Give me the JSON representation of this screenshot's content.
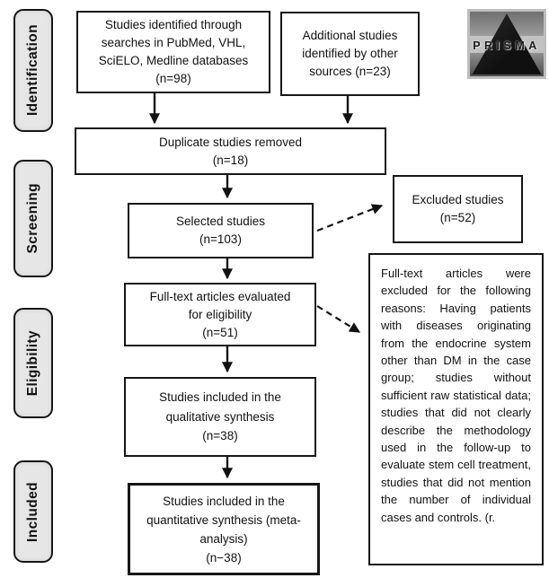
{
  "stages": [
    {
      "label": "Identification"
    },
    {
      "label": "Screening"
    },
    {
      "label": "Eligibility"
    },
    {
      "label": "Included"
    }
  ],
  "logo": {
    "text": "PRISMA"
  },
  "boxes": {
    "identified": {
      "lines": [
        "Studies identified through",
        "searches in PubMed, VHL,",
        "SciELO, Medline databases",
        "(n=98)"
      ]
    },
    "additional": {
      "lines": [
        "Additional studies",
        "identified by other",
        "sources (n=23)"
      ]
    },
    "duplicates": {
      "lines": [
        "Duplicate studies removed",
        "(n=18)"
      ]
    },
    "selected": {
      "lines": [
        "Selected studies",
        "(n=103)"
      ]
    },
    "excluded": {
      "lines": [
        "Excluded studies",
        "(n=52)"
      ]
    },
    "fulltext": {
      "lines": [
        "Full-text articles evaluated",
        "for eligibility",
        "(n=51)"
      ]
    },
    "qualitative": {
      "lines": [
        "Studies included in the",
        "qualitative synthesis",
        "(n=38)"
      ]
    },
    "quantitative": {
      "lines": [
        "Studies included in the",
        "quantitative synthesis (meta-",
        "analysis)",
        "(n−38)"
      ]
    },
    "exclusion_reasons": {
      "text": "Full-text articles were excluded for the following reasons: Having patients with diseases originating from the endocrine system other than DM in the case group; studies without sufficient raw statistical data; studies that did not clearly describe the methodology used in the follow-up to evaluate stem cell treatment, studies that did not mention the number of individual cases and controls. (r."
    }
  },
  "colors": {
    "background": "#ffffff",
    "box_border": "#161616",
    "stage_fill": "#e6e6e6",
    "text": "#111111"
  }
}
